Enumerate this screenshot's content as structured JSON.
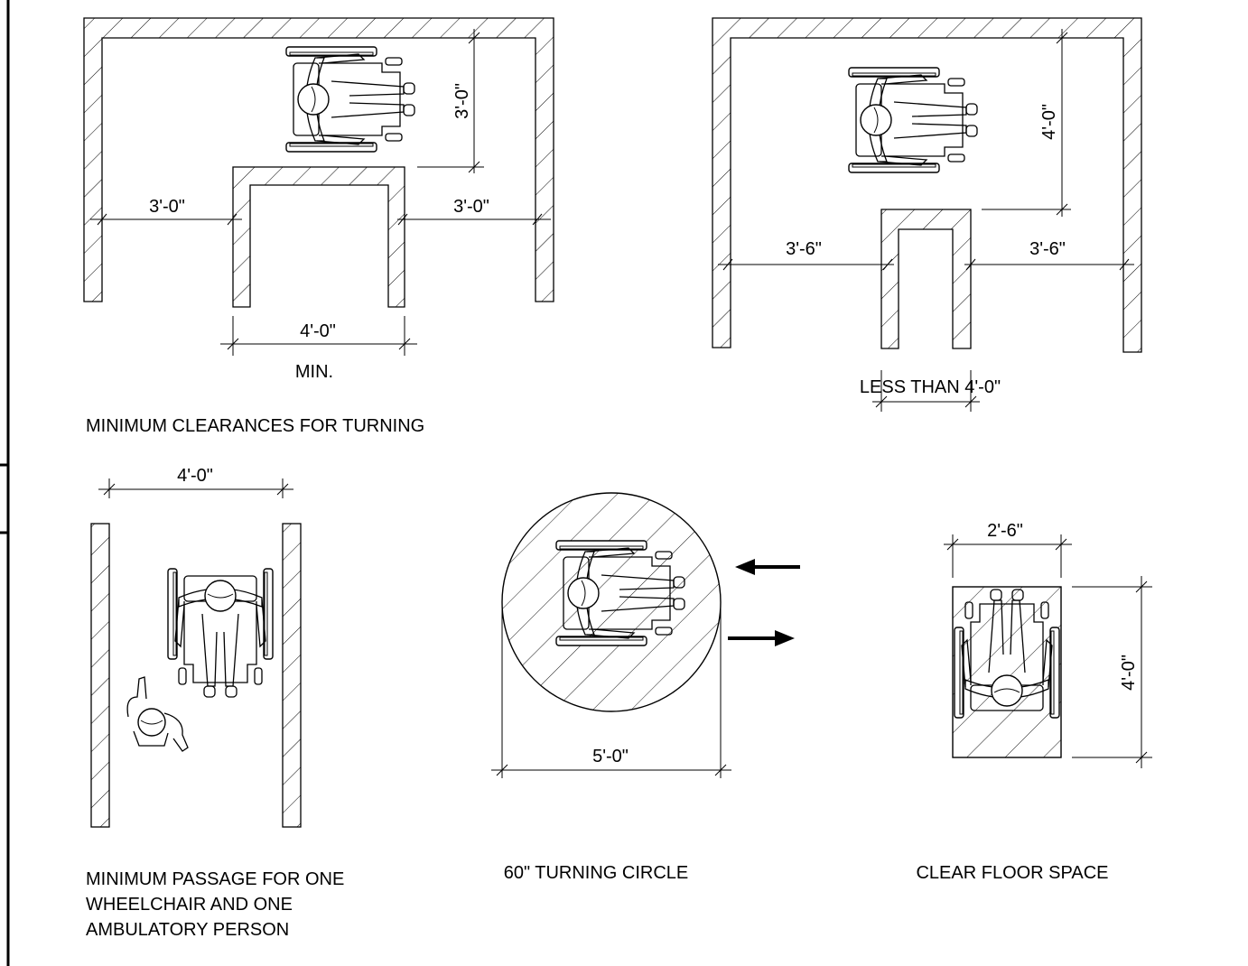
{
  "diagrams": {
    "turning_min": {
      "caption": "MINIMUM CLEARANCES FOR TURNING",
      "dim_left": "3'-0\"",
      "dim_right": "3'-0\"",
      "dim_vertical": "3'-0\"",
      "dim_opening": "4'-0\"",
      "dim_opening_note": "MIN."
    },
    "turning_narrow": {
      "dim_left": "3'-6\"",
      "dim_right": "3'-6\"",
      "dim_vertical": "4'-0\"",
      "dim_opening_note": "LESS THAN 4'-0\""
    },
    "passage": {
      "caption_line1": "MINIMUM PASSAGE FOR ONE",
      "caption_line2": "WHEELCHAIR AND ONE",
      "caption_line3": "AMBULATORY PERSON",
      "dim_width": "4'-0\""
    },
    "turning_circle": {
      "caption": "60\" TURNING CIRCLE",
      "dim_diameter": "5'-0\""
    },
    "clear_floor": {
      "caption": "CLEAR FLOOR SPACE",
      "dim_width": "2'-6\"",
      "dim_depth": "4'-0\""
    }
  }
}
